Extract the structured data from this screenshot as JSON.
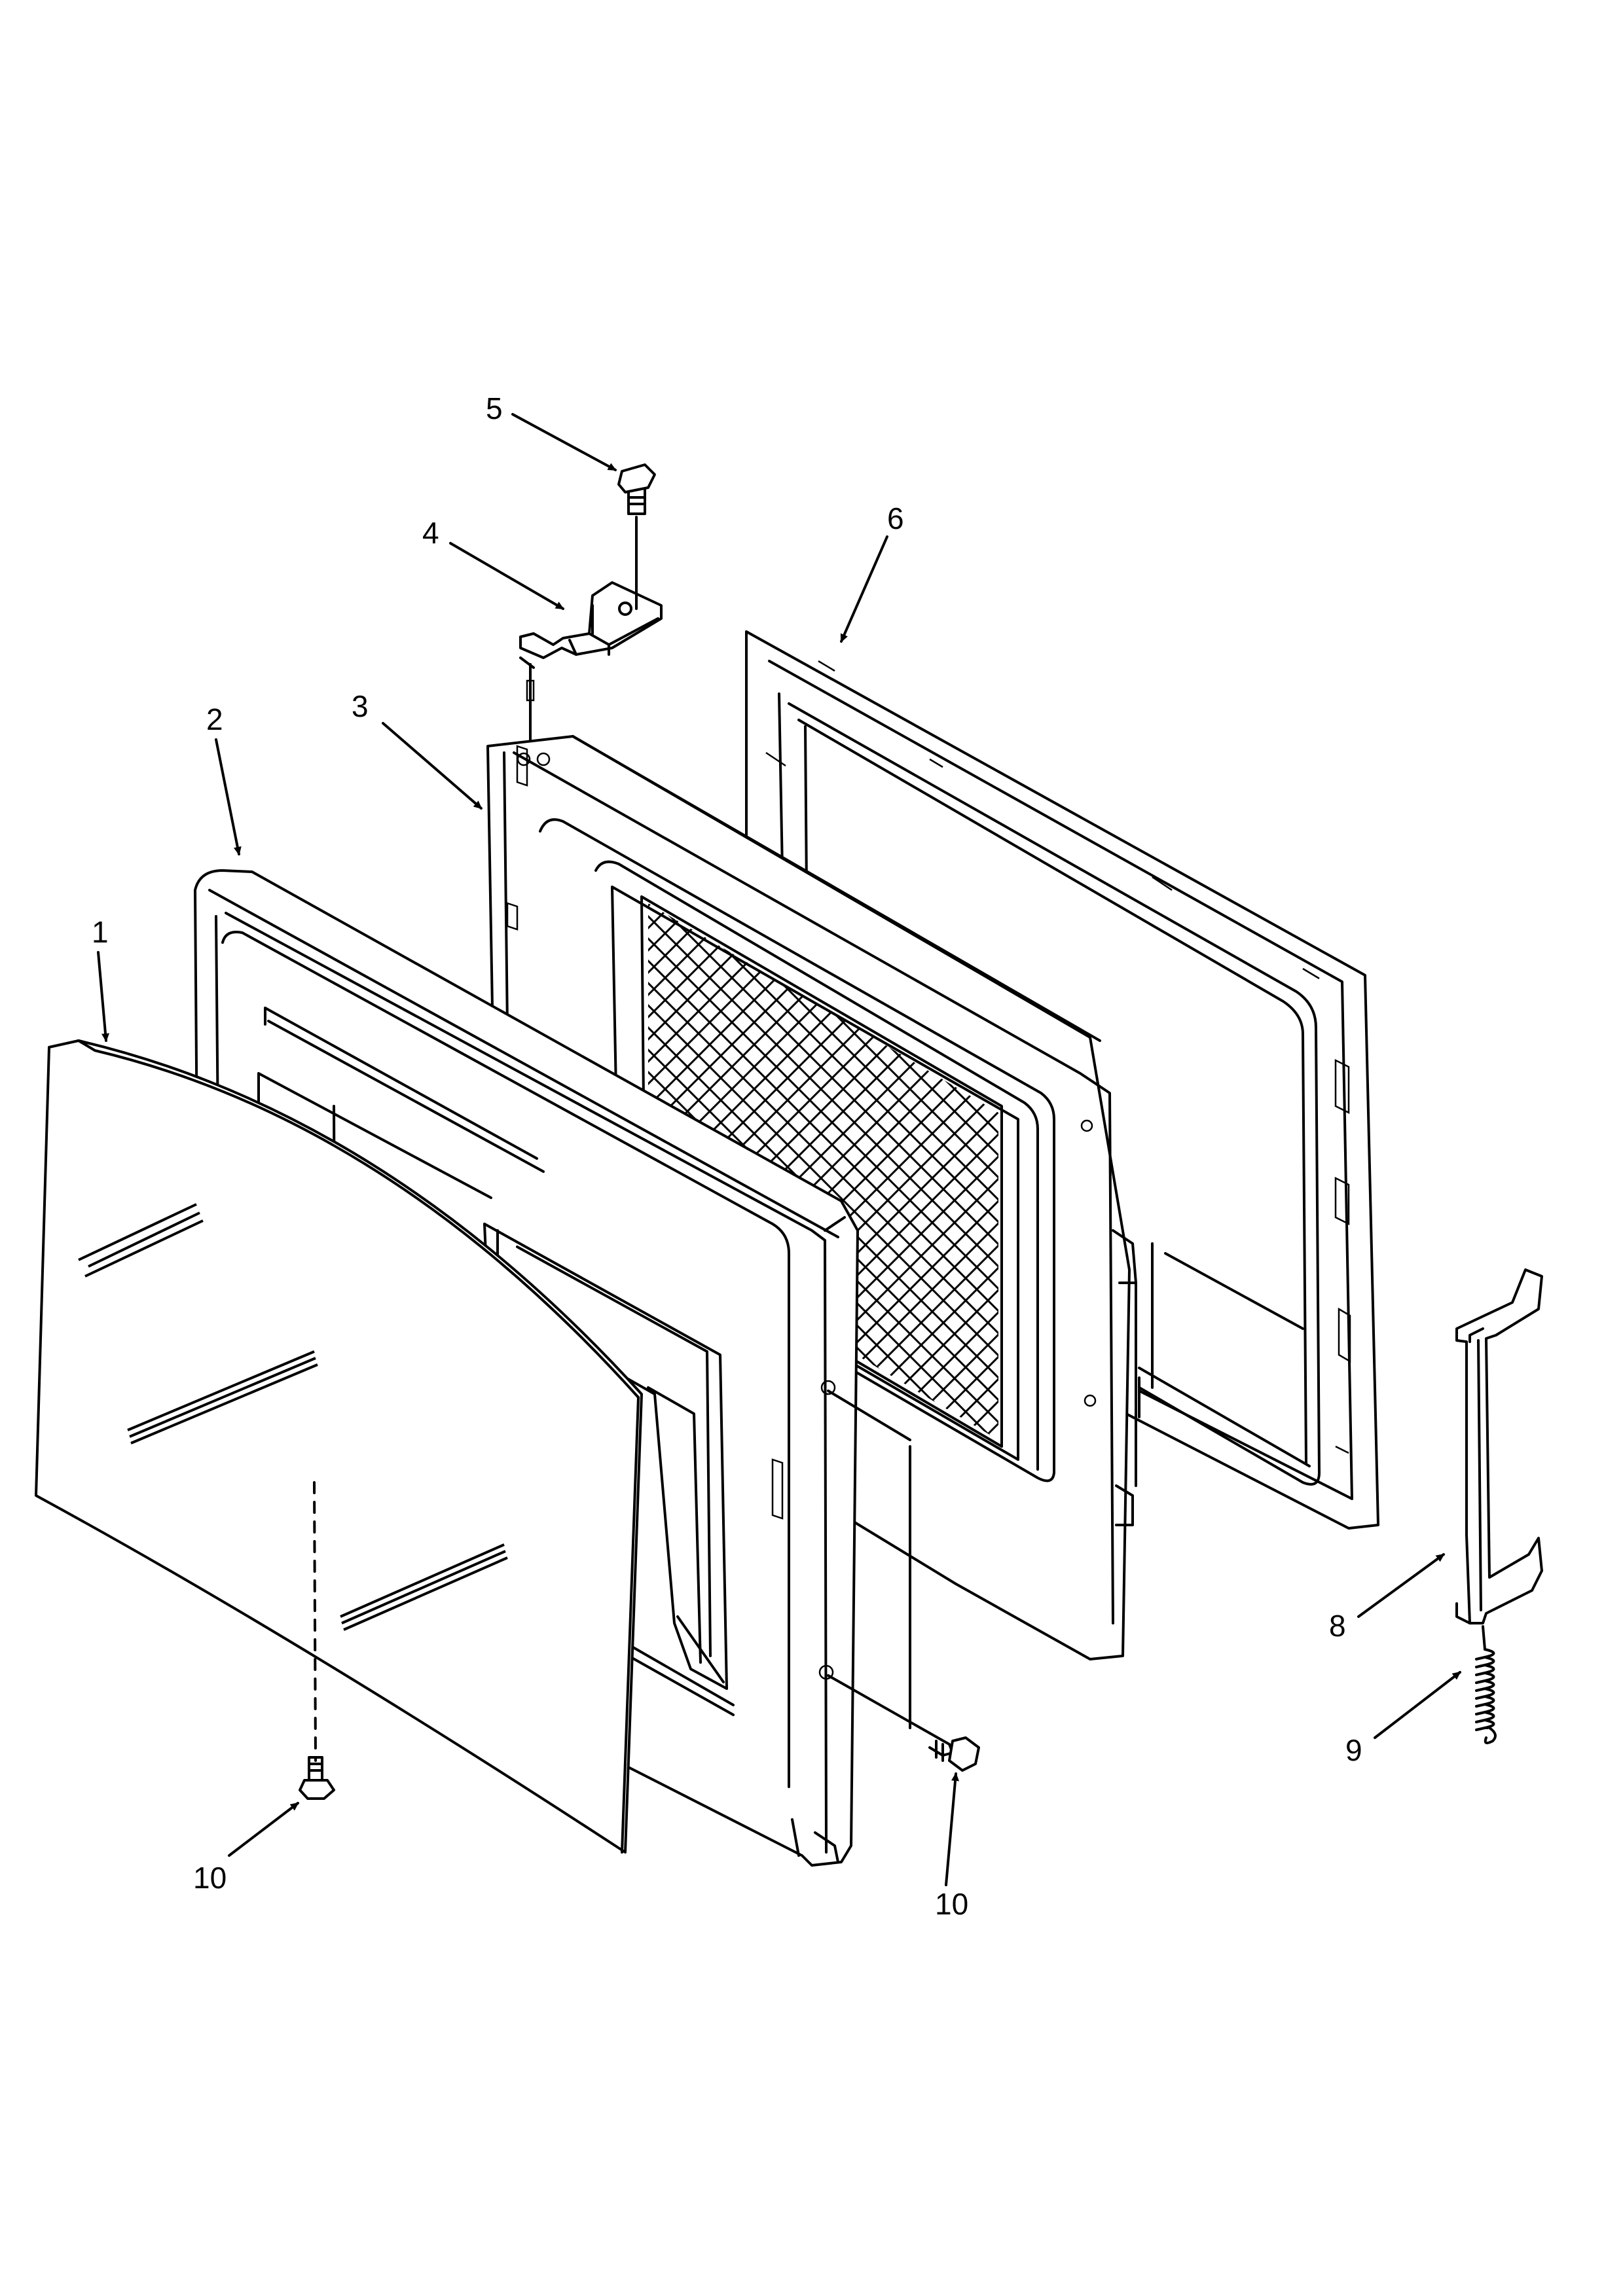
{
  "diagram": {
    "callouts": [
      {
        "id": "1",
        "label": "1"
      },
      {
        "id": "2",
        "label": "2"
      },
      {
        "id": "3",
        "label": "3"
      },
      {
        "id": "4",
        "label": "4"
      },
      {
        "id": "5",
        "label": "5"
      },
      {
        "id": "6",
        "label": "6"
      },
      {
        "id": "8",
        "label": "8"
      },
      {
        "id": "9",
        "label": "9"
      },
      {
        "id": "10a",
        "label": "10"
      },
      {
        "id": "10b",
        "label": "10"
      }
    ]
  }
}
